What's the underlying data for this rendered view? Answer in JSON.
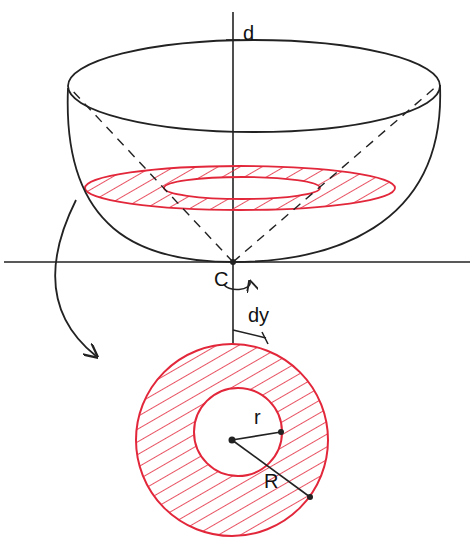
{
  "diagram": {
    "labels": [
      "d",
      "C",
      "dy",
      "r",
      "R"
    ]
  }
}
